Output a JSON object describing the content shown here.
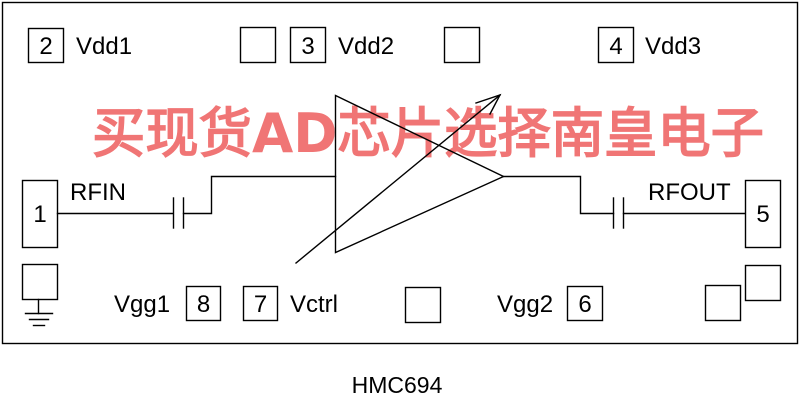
{
  "part_number": "HMC694",
  "watermark": "买现货AD芯片选择南皇电子",
  "pins": {
    "rfin": {
      "number": "1",
      "label": "RFIN"
    },
    "vdd1": {
      "number": "2",
      "label": "Vdd1"
    },
    "vdd2": {
      "number": "3",
      "label": "Vdd2"
    },
    "vdd3": {
      "number": "4",
      "label": "Vdd3"
    },
    "rfout": {
      "number": "5",
      "label": "RFOUT"
    },
    "vgg2": {
      "number": "6",
      "label": "Vgg2"
    },
    "vctrl": {
      "number": "7",
      "label": "Vctrl"
    },
    "vgg1": {
      "number": "8",
      "label": "Vgg1"
    }
  },
  "colors": {
    "line": "#000000",
    "watermark": "#f07575",
    "background": "#ffffff"
  }
}
